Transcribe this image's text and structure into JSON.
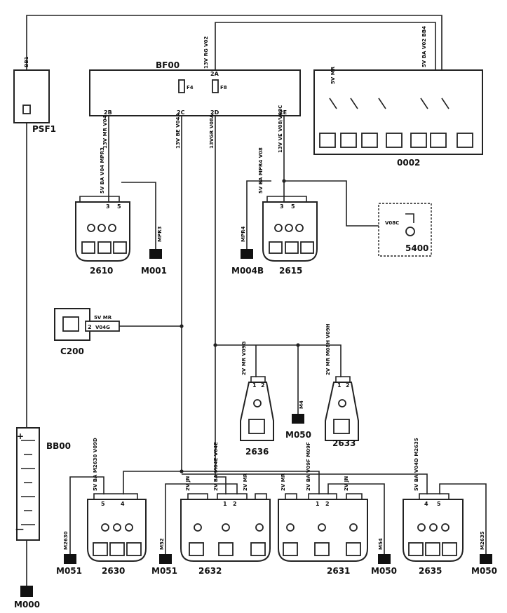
{
  "components": {
    "psf1": "PSF1",
    "bf00": "BF00",
    "c0002": "0002",
    "c2610": "2610",
    "m001": "M001",
    "m004b": "M004B",
    "c2615": "2615",
    "c5400": "5400",
    "c200": "C200",
    "c2636": "2636",
    "m050_mid": "M050",
    "c2633": "2633",
    "bb00": "BB00",
    "m051_a": "M051",
    "c2630": "2630",
    "m051_b": "M051",
    "c2632": "2632",
    "c2631": "2631",
    "m050_b": "M050",
    "c2635": "2635",
    "m050_c": "M050",
    "m000": "M000"
  },
  "fuses": {
    "f4": "F4",
    "f8": "F8"
  },
  "wires": {
    "bb1": "BB1",
    "v02_top": "13V RG  V02",
    "v04": "13V MR  V04",
    "v04a": "13V BE  V04A",
    "v08a": "13VGR  V08A",
    "v08c": "13V VE  V08/V08C",
    "v08c_5400": "V08C",
    "c2610_conn": "5V BA  V04  MPR3",
    "mpr3": "MPR3",
    "mpr4": "MPR4",
    "c2615_conn": "5V BA  MPR4  V08",
    "c200_conn": "5V MR",
    "c200_wire": "V04G",
    "c2636_conn": "2V MR  V09G",
    "c2633_conn": "2V MR  M08H  V09H",
    "m4": "M4",
    "c2630_conn": "5V BA  M2630  V09D",
    "m2630": "M2630",
    "c2632_conn1": "2V JN",
    "c2632_conn2": "2V BA  M04E  V04E",
    "c2632_conn3": "2V MR",
    "m52": "M52",
    "c2631_conn1": "2V MR",
    "c2631_conn2": "2V BA  V09F  M09F",
    "c2631_conn3": "2V JN",
    "m54": "M54",
    "c2635_conn": "5V BA  V04D  M2635",
    "m2635": "M2635",
    "c0002_conn1": "5V MR",
    "c0002_conn2": "5V BA  V02  BB4"
  },
  "pins": {
    "bf00_2a": "2A",
    "bf00_2b": "2B",
    "bf00_2c": "2C",
    "bf00_2d": "2D",
    "bf00_2e": "2E",
    "c2610_p1": "3",
    "c2610_p2": "5",
    "c2615_p1": "3",
    "c2615_p2": "5",
    "c200_p": "2",
    "c2636_p1": "1",
    "c2636_p2": "2",
    "c2633_p1": "1",
    "c2633_p2": "2",
    "c2630_p1": "5",
    "c2630_p2": "4",
    "c2632_p1": "1",
    "c2632_p2": "2",
    "c2631_p1": "1",
    "c2631_p2": "2",
    "c2635_p1": "4",
    "c2635_p2": "5"
  },
  "battery": {
    "plus": "+",
    "minus": "—"
  }
}
